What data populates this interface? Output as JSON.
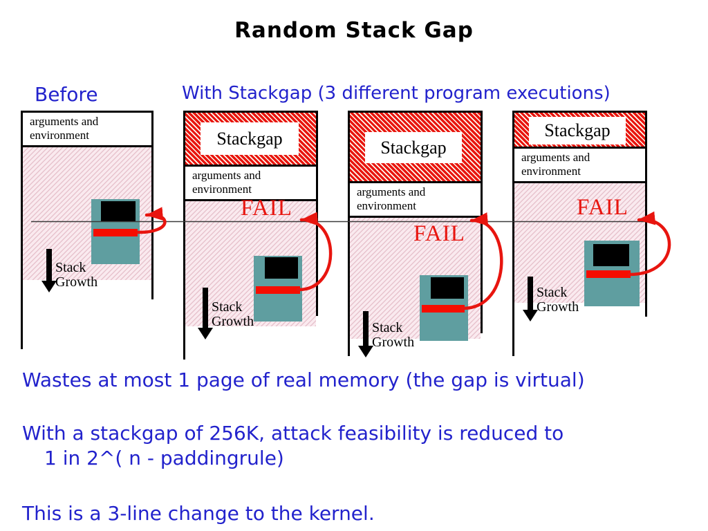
{
  "slide": {
    "title": "Random Stack Gap",
    "col_header_before": "Before",
    "col_header_stackgap": "With Stackgap  (3 different program executions)",
    "stackgap_label": "Stackgap",
    "args_line1": "arguments and",
    "args_line2": "environment",
    "fail_label": "FAIL",
    "stack_growth_line1": "Stack",
    "stack_growth_line2": "Growth",
    "notes": [
      "Wastes at most 1 page of real memory (the gap is virtual)",
      "With a stackgap of 256K, attack feasibility is reduced to",
      "1 in 2^( n - paddingrule)",
      "This is a 3-line change to the kernel."
    ],
    "colors": {
      "note_blue": "#2222cc",
      "alert_red": "#e8150f",
      "payload_teal": "#5f9ea0",
      "stack_pink": "#faeaef",
      "return_line_gray": "#3a3a3a"
    }
  }
}
